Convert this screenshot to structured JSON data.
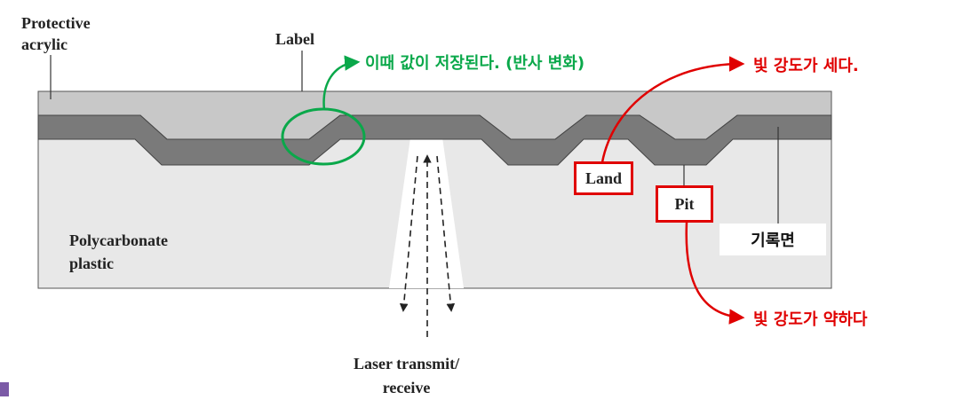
{
  "labels": {
    "protective": "Protective\nacrylic",
    "label": "Label",
    "polycarbonate": "Polycarbonate\nplastic",
    "laser": "Laser transmit/\nreceive",
    "land": "Land",
    "pit": "Pit"
  },
  "annotations": {
    "green_note": "이때 값이 저장된다. (반사 변화)",
    "strong": "빛 강도가 세다.",
    "weak": "빛 강도가 약하다",
    "record_surface": "기록면"
  },
  "colors": {
    "acrylic": "#c8c8c8",
    "reflective": "#7a7a7a",
    "polycarbonate": "#e8e8e8",
    "green": "#0aa84a",
    "red": "#e00000",
    "corner": "#7b5aa6"
  }
}
